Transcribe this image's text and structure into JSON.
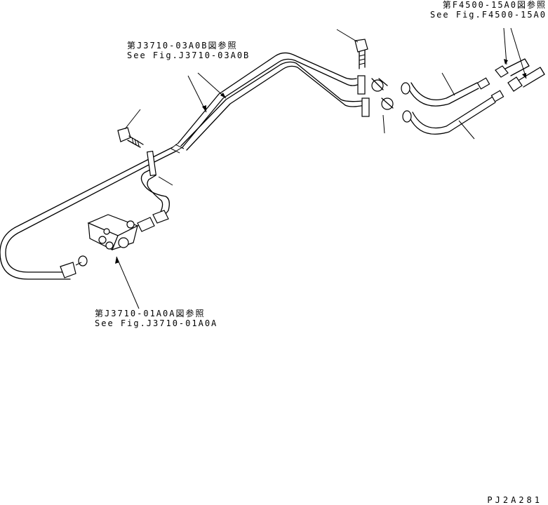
{
  "references": {
    "f4500": {
      "jp": "第F4500-15A0図参照",
      "en": "See Fig.F4500-15A0"
    },
    "j3710_03": {
      "jp": "第J3710-03A0B図参照",
      "en": "See Fig.J3710-03A0B"
    },
    "j3710_01": {
      "jp": "第J3710-01A0A図参照",
      "en": "See Fig.J3710-01A0A"
    }
  },
  "drawing_code": "PJ2A281"
}
